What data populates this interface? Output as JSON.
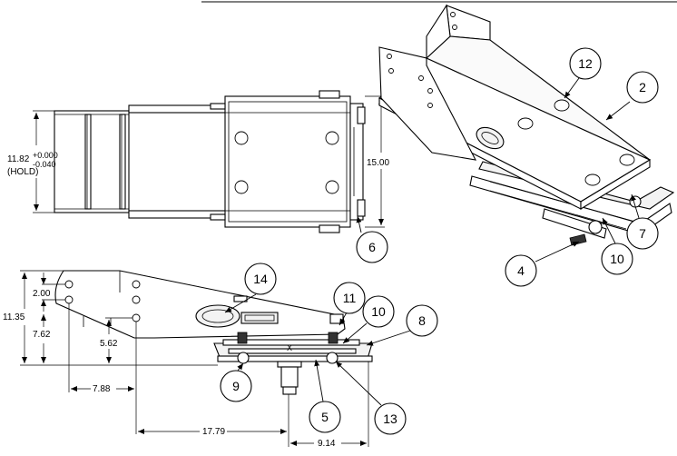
{
  "dimensions": {
    "height_nominal": "11.82",
    "height_tol_plus": "+0.000",
    "height_tol_minus": "-0.040",
    "height_note": "(HOLD)",
    "width_top": "15.00",
    "side_height_overall": "11.35",
    "side_hole_spacing": "2.00",
    "side_height_lower": "7.62",
    "side_hole_height": "5.62",
    "side_offset_a": "7.88",
    "side_offset_b": "17.79",
    "side_offset_c": "9.14"
  },
  "balloons": {
    "b2": "2",
    "b4": "4",
    "b5": "5",
    "b6": "6",
    "b7": "7",
    "b8": "8",
    "b9": "9",
    "b10_side": "10",
    "b10_iso": "10",
    "b11": "11",
    "b12": "12",
    "b13": "13",
    "b14": "14"
  },
  "markings": {
    "center_mark": "X"
  }
}
